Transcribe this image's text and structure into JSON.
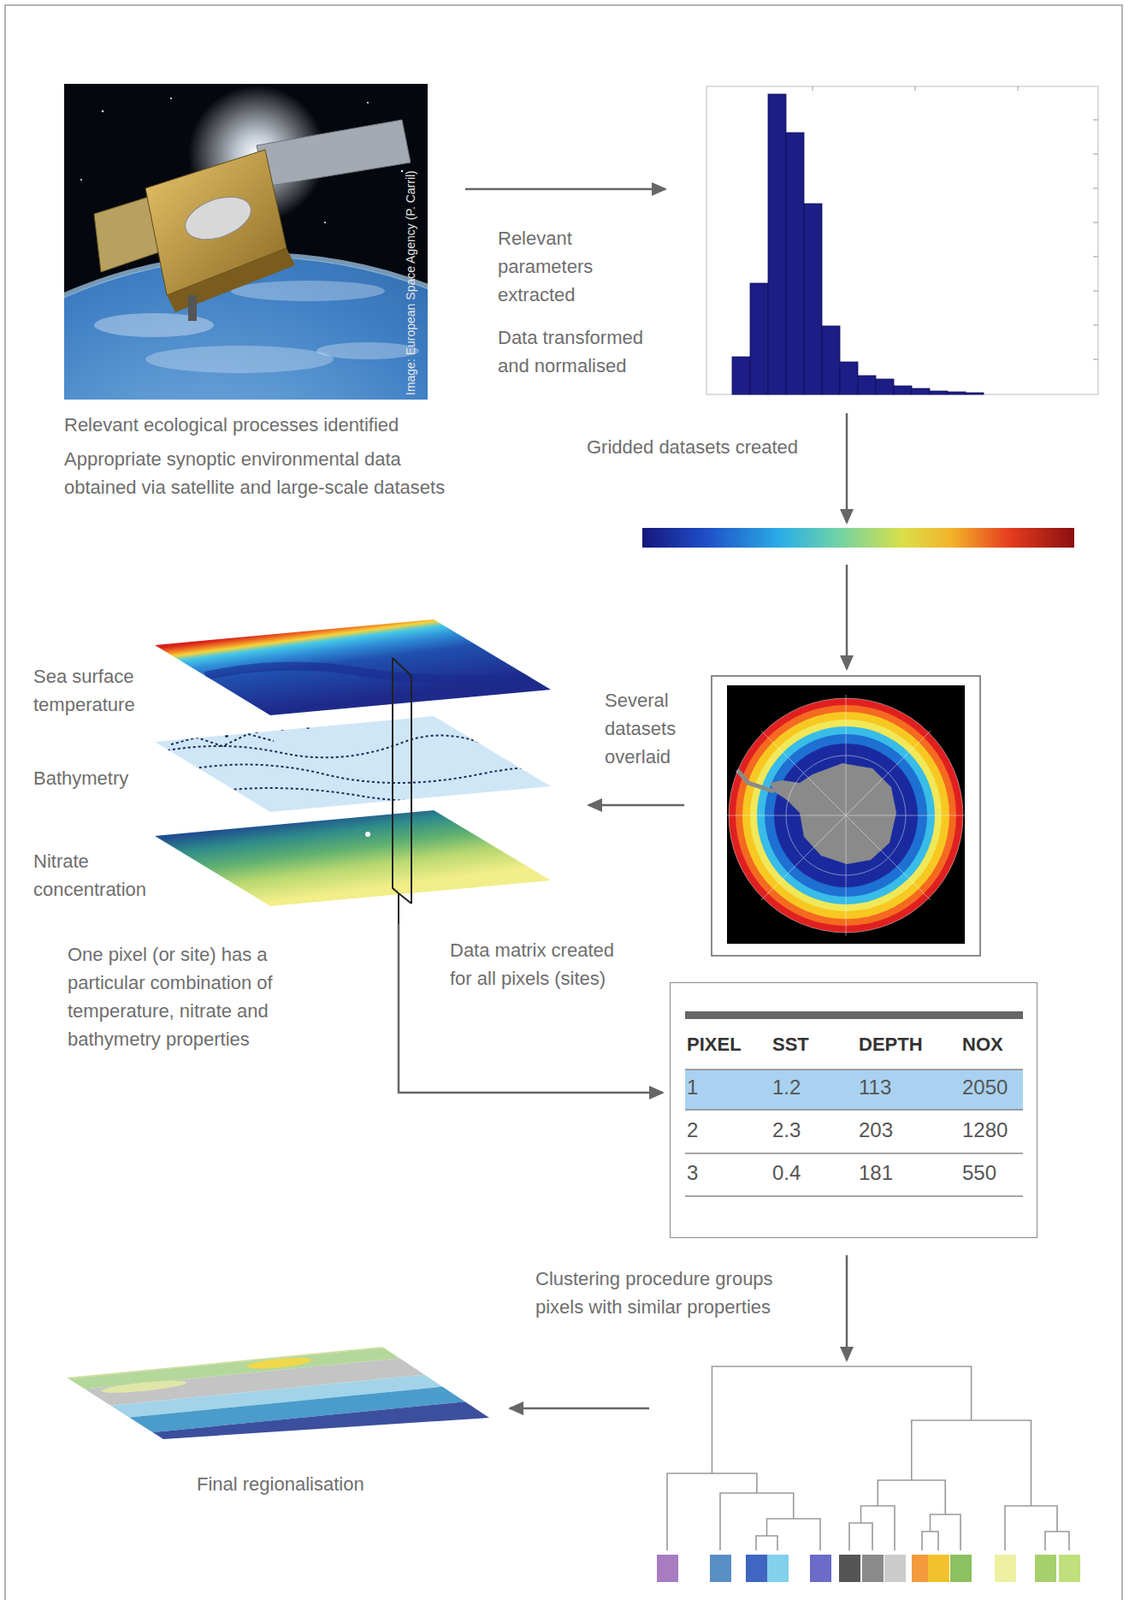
{
  "diagram": {
    "nodes": [
      {
        "text": [
          "Relevant ecological processes identified",
          "Appropriate synoptic environmental data obtained via satellite and large-scale datasets"
        ]
      },
      {
        "text": [
          "Relevant parameters extracted",
          "Data transformed and normalised"
        ]
      },
      {
        "text": [
          "Gridded datasets created"
        ]
      },
      {
        "text": [
          "Several datasets overlaid"
        ]
      },
      {
        "text": [
          "Sea surface temperature",
          "Bathymetry",
          "Nitrate concentration",
          "One pixel (or site) has a particular combination of temperature, nitrate and bathymetry properties"
        ]
      },
      {
        "text": [
          "Data matrix created for all pixels (sites)"
        ]
      },
      {
        "text": [
          "Clustering procedure groups pixels with similar properties"
        ]
      },
      {
        "text": [
          "Final regionalisation"
        ]
      }
    ],
    "edges": [
      {
        "from": 0,
        "to": 1,
        "arrow": "to"
      },
      {
        "from": 1,
        "to": 2,
        "arrow": "to"
      },
      {
        "from": 2,
        "to": 3,
        "arrow": "to"
      },
      {
        "from": 3,
        "to": 4,
        "arrow": "to"
      },
      {
        "from": 4,
        "to": 5,
        "arrow": "to"
      },
      {
        "from": 5,
        "to": 6,
        "arrow": "to"
      },
      {
        "from": 6,
        "to": 7,
        "arrow": "to"
      }
    ],
    "labels": [
      "Image: European Space Agency (P. Carril)",
      "PIXEL",
      "SST",
      "DEPTH",
      "NOX",
      "1",
      "1.2",
      "113",
      "2050",
      "2",
      "2.3",
      "203",
      "1280",
      "3",
      "0.4",
      "181",
      "550"
    ]
  }
}
